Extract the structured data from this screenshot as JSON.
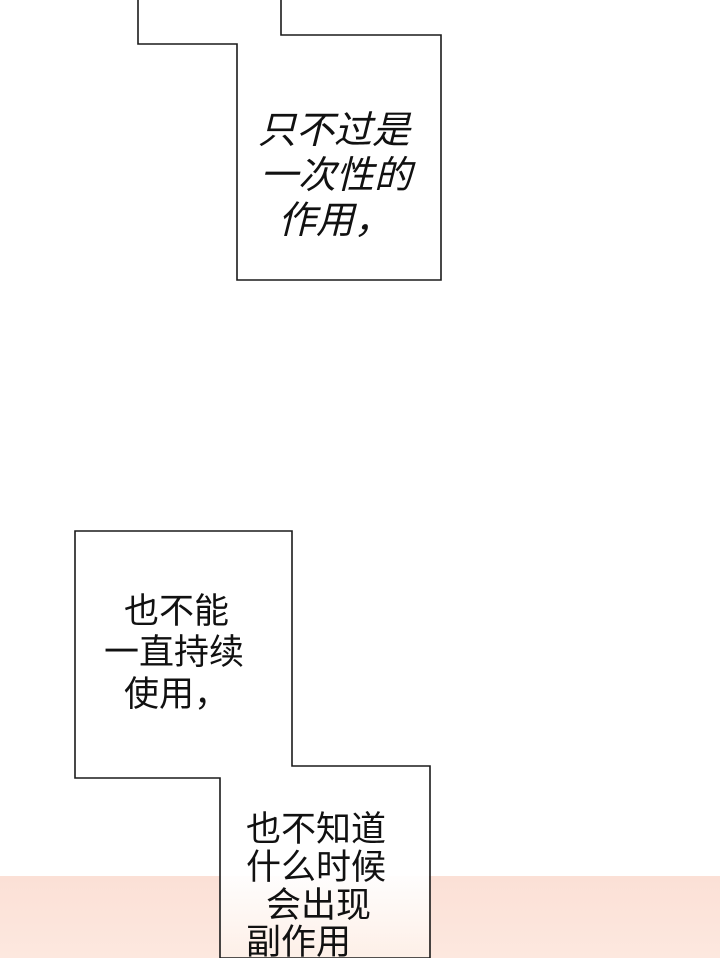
{
  "colors": {
    "background": "#ffffff",
    "bottom_band": "#fbe0d6",
    "border": "#1a1a1a",
    "text": "#111111"
  },
  "captions": [
    {
      "lines": [
        "只不过是",
        "一次性的",
        "作用，"
      ]
    },
    {
      "lines": [
        "也不能",
        "一直持续",
        "使用，"
      ]
    },
    {
      "lines": [
        "也不知道",
        "什么时候",
        "会出现",
        "副作用"
      ]
    }
  ]
}
